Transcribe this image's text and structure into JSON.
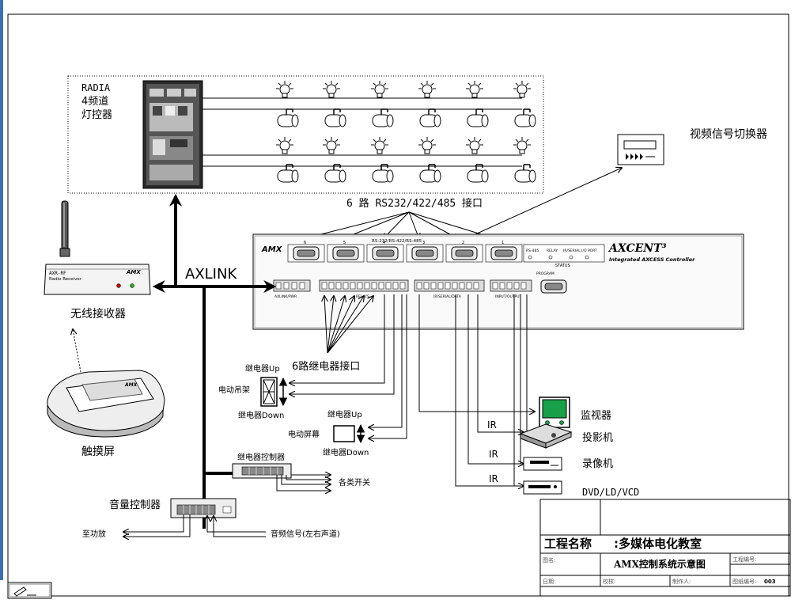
{
  "radia": {
    "line1": "RADIA",
    "line2": "4频道",
    "line3": "灯控器"
  },
  "video_switcher": {
    "label": "视频信号切换器"
  },
  "rs232": {
    "label": "6 路 RS232/422/485 接口"
  },
  "axlink": {
    "label": "AXLINK"
  },
  "controller": {
    "brand": "AMX",
    "model_title": "AXCENT³",
    "model_sub": "Integrated AXCESS Controller",
    "port_header": "RS-232/RS-422/RS-485",
    "port_numbers": [
      "6",
      "5",
      "4",
      "3",
      "2",
      "1"
    ],
    "status_labels": [
      "RS-485",
      "RELAY",
      "IR/SERIAL I/O PORT"
    ],
    "status_title": "STATUS",
    "program_label": "PROGRAM",
    "axlink_port": "AXLINK/PWR",
    "relays_label": "RELAYS",
    "ir_label": "IR/SERIAL/DATA",
    "io_label": "INPUT/OUTPUT"
  },
  "receiver": {
    "model": "AXR-RF",
    "sub": "Radio Receiver",
    "brand": "AMX",
    "caption": "无线接收器"
  },
  "touchpanel": {
    "brand": "AMX",
    "caption": "触摸屏"
  },
  "relay_interface": {
    "label": "6路继电器接口"
  },
  "lift": {
    "up": "继电器Up",
    "name": "电动吊架",
    "down": "继电器Down"
  },
  "screen": {
    "up": "继电器Up",
    "name": "电动屏幕",
    "down": "继电器Down"
  },
  "relay_ctrl": {
    "label": "继电器控制器",
    "out_label": "各类开关"
  },
  "volume": {
    "label": "音量控制器",
    "out_label": "至功放",
    "in_label": "音频信号(左右声道)"
  },
  "devices": {
    "monitor": "监视器",
    "projector": "投影机",
    "vcr": "录像机",
    "dvd": "DVD/LD/VCD",
    "ir_labels": [
      "IR",
      "IR",
      "IR"
    ]
  },
  "title_block": {
    "project_label": "工程名称",
    "project_name": ":多媒体电化教室",
    "drawing_name_label": "图名:",
    "drawing_name": "AMX控制系统示意图",
    "project_no_label": "工程编号:",
    "date_label": "日期:",
    "checker_label": "校核:",
    "maker_label": "制作人:",
    "drawing_no_label": "图纸编号:",
    "drawing_no": "003"
  },
  "footer_icon": "pen-icon",
  "colors": {
    "line": "#000000",
    "panel_gray": "#d9d9d9",
    "monitor_green": "#18a048",
    "sidebar_blue": "#3c6fb0"
  }
}
